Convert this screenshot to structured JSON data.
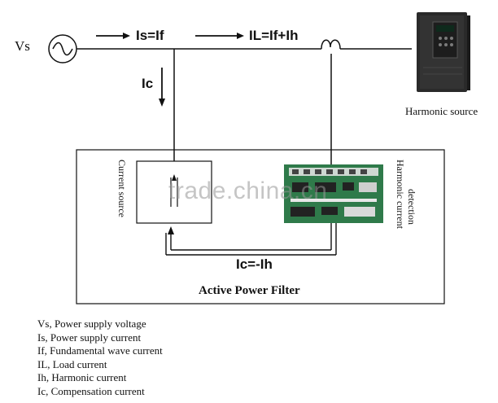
{
  "labels": {
    "vs": "Vs",
    "is_flow": "Is=If",
    "il_flow": "IL=If+Ih",
    "ic_flow": "Ic",
    "ic_eq": "Ic=-Ih",
    "harmonic_source": "Harmonic source",
    "active_power_filter": "Active Power Filter",
    "current_source_partial": "Current source",
    "harmonic_detection_line1": "Harmonic current",
    "harmonic_detection_line2": "detection",
    "watermark": "trade.china.cn"
  },
  "legend": [
    "Vs, Power supply voltage",
    "Is, Power supply current",
    "If, Fundamental wave current",
    "IL, Load current",
    "Ih, Harmonic current",
    "Ic, Compensation current"
  ],
  "colors": {
    "line": "#111111",
    "device_body": "#2a2a2a",
    "board_green": "#2f7a4a",
    "watermark": "#969696"
  }
}
